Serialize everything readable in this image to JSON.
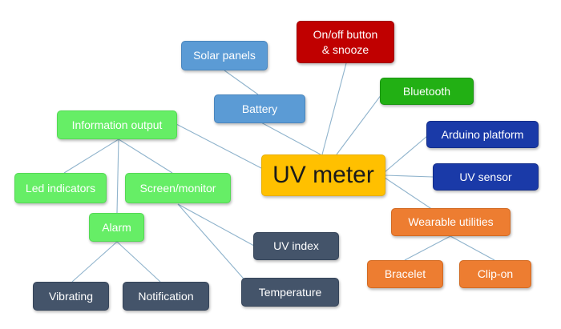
{
  "diagram": {
    "center": "UV meter",
    "nodes": {
      "solar_panels": "Solar panels",
      "on_off_button": "On/off button\n& snooze",
      "battery": "Battery",
      "bluetooth": "Bluetooth",
      "information_output": "Information output",
      "arduino_platform": "Arduino platform",
      "uv_sensor": "UV sensor",
      "led_indicators": "Led indicators",
      "screen_monitor": "Screen/monitor",
      "wearable_utilities": "Wearable utilities",
      "alarm": "Alarm",
      "uv_index": "UV index",
      "bracelet": "Bracelet",
      "clip_on": "Clip-on",
      "vibrating": "Vibrating",
      "notification": "Notification",
      "temperature": "Temperature"
    },
    "colors": {
      "hardware": "#5b9bd5",
      "button": "#c00000",
      "connectivity": "#22b014",
      "platform": "#1a3aa8",
      "center": "#ffc000",
      "wearable": "#ed7d31",
      "output": "#66ee66",
      "output_detail": "#44546a",
      "connector": "#8fb3cc"
    }
  }
}
